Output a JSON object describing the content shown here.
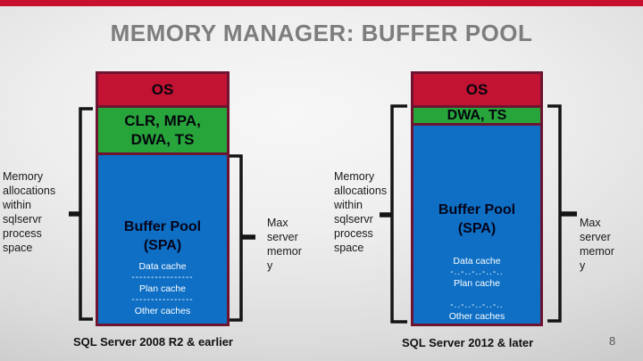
{
  "slide": {
    "title": "MEMORY MANAGER: BUFFER POOL",
    "page_number": "8"
  },
  "colors": {
    "accent_bar": "#c8102e",
    "os_red": "#c21333",
    "alloc_green": "#27a53b",
    "pool_blue": "#0e6fc5",
    "box_border": "#6e1431"
  },
  "diagram_left": {
    "caption": "SQL Server 2008 R2 & earlier",
    "memory_label": "Memory\nallocations\nwithin\nsqlservr\nprocess\nspace",
    "max_memory_label": "Max\nserver\nmemor\ny",
    "os_label": "OS",
    "alloc_label": "CLR, MPA,\nDWA, TS",
    "pool_title": "Buffer Pool\n(SPA)",
    "caches": [
      "Data cache",
      "Plan cache",
      "Other caches"
    ],
    "separator": "----------------"
  },
  "diagram_right": {
    "caption": "SQL Server 2012 & later",
    "memory_label": "Memory\nallocations\nwithin\nsqlservr\nprocess\nspace",
    "max_memory_label": "Max\nserver\nmemor\ny",
    "os_label": "OS",
    "alloc_label": "DWA, TS",
    "pool_title": "Buffer Pool\n(SPA)",
    "caches": [
      "Data cache",
      "Plan cache",
      "Other caches"
    ],
    "separator": "-..-..-..-..-.."
  }
}
